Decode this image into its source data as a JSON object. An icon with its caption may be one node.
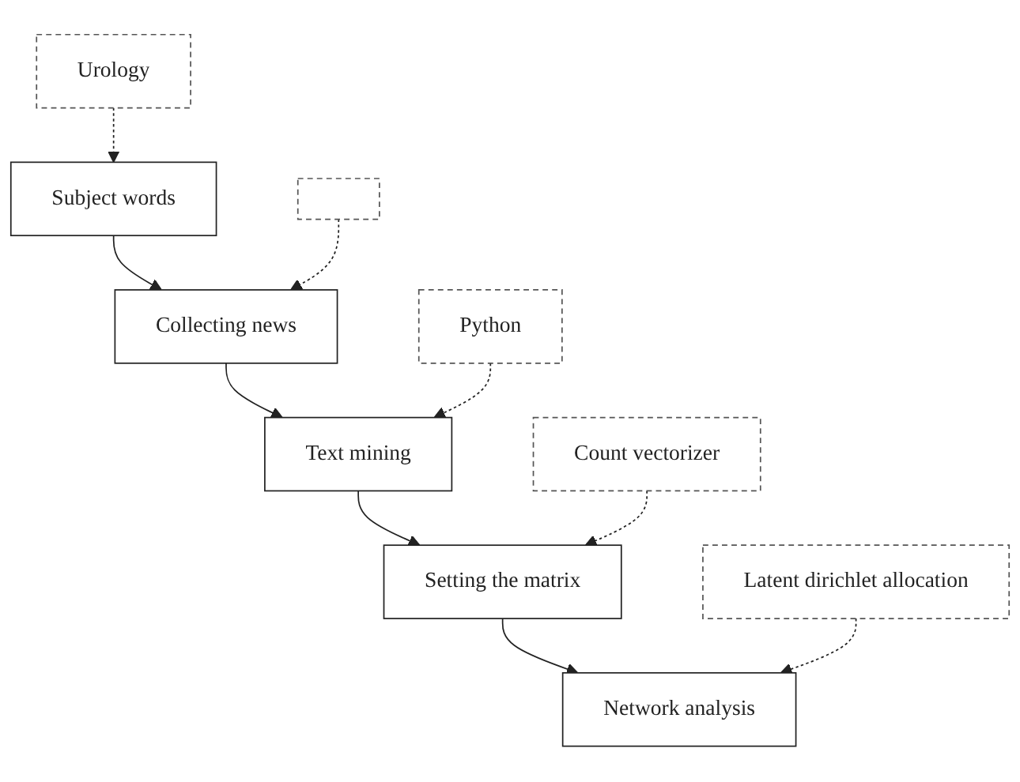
{
  "diagram": {
    "nodes": [
      {
        "text": [
          "Subject words"
        ]
      },
      {
        "text": [
          "Urology"
        ]
      },
      {
        "text": [
          "Collecting news"
        ]
      },
      {
        "text": [],
        "shape": "box"
      },
      {
        "text": [
          "Text mining"
        ]
      },
      {
        "text": [
          "Python"
        ]
      },
      {
        "text": [
          "Setting the matrix"
        ]
      },
      {
        "text": [
          "Count vectorizer"
        ]
      },
      {
        "text": [
          "Network analysis"
        ]
      },
      {
        "text": [
          "Latent dirichlet allocation"
        ]
      }
    ],
    "edges": [
      {
        "from": 1,
        "to": 0,
        "arrow": "to",
        "style": "dashed"
      },
      {
        "from": 0,
        "to": 2,
        "arrow": "to"
      },
      {
        "from": 3,
        "to": 2,
        "arrow": "to",
        "style": "dashed"
      },
      {
        "from": 2,
        "to": 4,
        "arrow": "to"
      },
      {
        "from": 5,
        "to": 4,
        "arrow": "to",
        "style": "dashed"
      },
      {
        "from": 4,
        "to": 6,
        "arrow": "to"
      },
      {
        "from": 7,
        "to": 6,
        "arrow": "to",
        "style": "dashed"
      },
      {
        "from": 6,
        "to": 8,
        "arrow": "to"
      },
      {
        "from": 9,
        "to": 8,
        "arrow": "to",
        "style": "dashed"
      }
    ]
  }
}
